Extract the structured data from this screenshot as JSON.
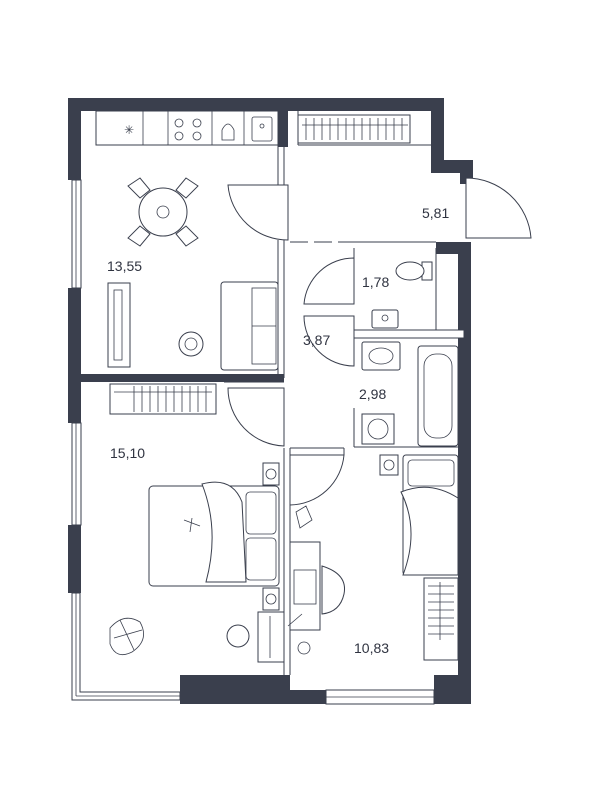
{
  "rooms": [
    {
      "id": "kitchen-living",
      "area": "13,55"
    },
    {
      "id": "storage",
      "area": "5,81"
    },
    {
      "id": "wc",
      "area": "1,78"
    },
    {
      "id": "hallway",
      "area": "3,87"
    },
    {
      "id": "bathroom",
      "area": "2,98"
    },
    {
      "id": "bedroom-1",
      "area": "15,10"
    },
    {
      "id": "bedroom-2",
      "area": "10,83"
    }
  ],
  "colors": {
    "wall": "#3a3f4d",
    "background": "#ffffff"
  }
}
